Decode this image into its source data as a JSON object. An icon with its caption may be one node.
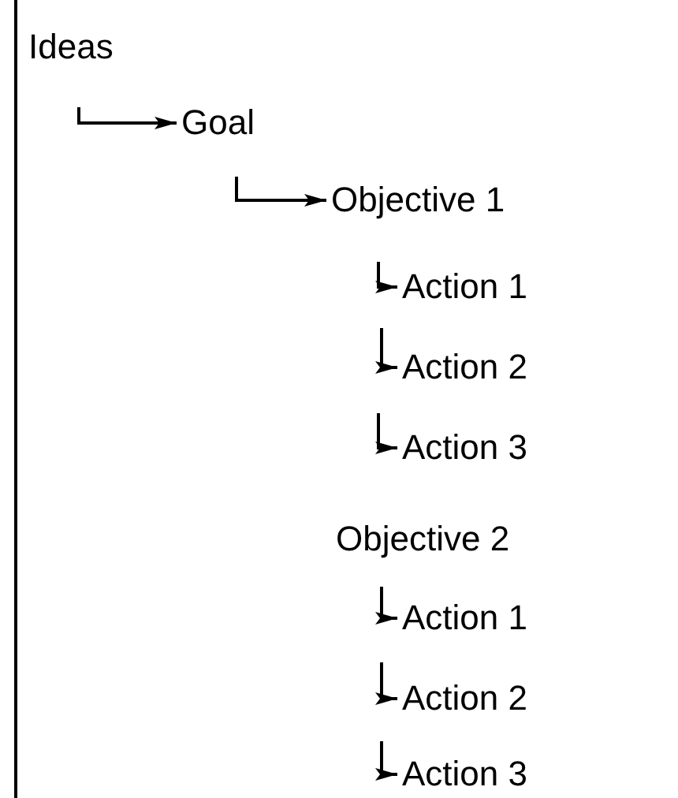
{
  "diagram": {
    "nodes": [
      {
        "text": [
          "Ideas"
        ]
      },
      {
        "text": [
          "Goal"
        ]
      },
      {
        "text": [
          "Objective 1"
        ]
      },
      {
        "text": [
          "Action 1"
        ]
      },
      {
        "text": [
          "Action 2"
        ]
      },
      {
        "text": [
          "Action 3"
        ]
      },
      {
        "text": [
          "Objective 2"
        ]
      },
      {
        "text": [
          "Action 1"
        ]
      },
      {
        "text": [
          "Action 2"
        ]
      },
      {
        "text": [
          "Action 3"
        ]
      }
    ],
    "edges": [
      {
        "from": null,
        "to": 1,
        "arrow": "to"
      },
      {
        "from": null,
        "to": 2,
        "arrow": "to"
      },
      {
        "from": null,
        "to": 3,
        "arrow": "to"
      },
      {
        "from": null,
        "to": 4,
        "arrow": "to"
      },
      {
        "from": null,
        "to": 5,
        "arrow": "to"
      },
      {
        "from": null,
        "to": 7,
        "arrow": "to"
      },
      {
        "from": null,
        "to": 8,
        "arrow": "to"
      },
      {
        "from": null,
        "to": 9,
        "arrow": "to"
      }
    ]
  }
}
